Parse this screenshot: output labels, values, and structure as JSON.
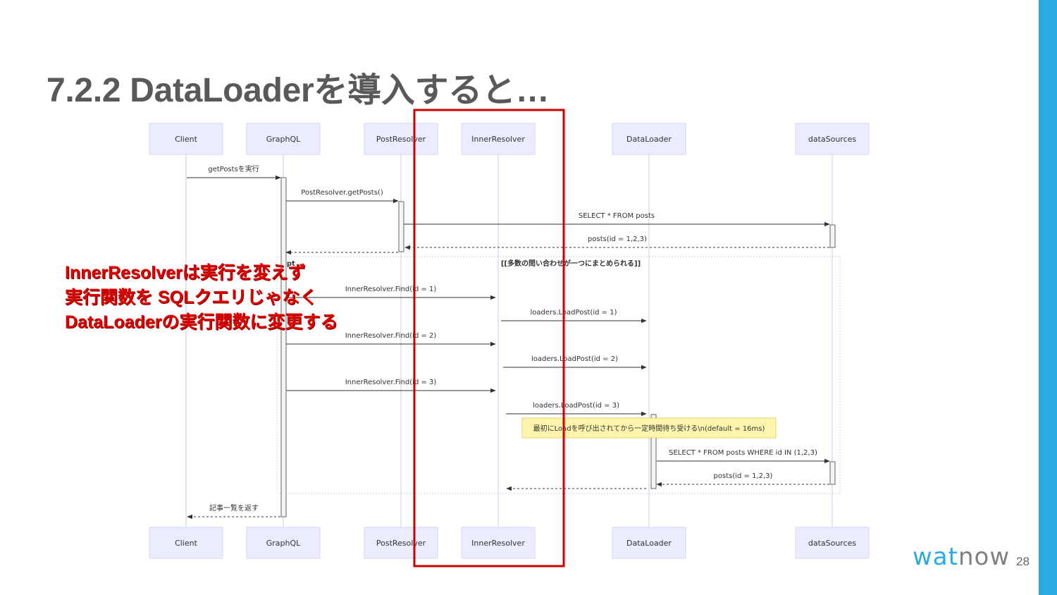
{
  "slide": {
    "title": "7.2.2 DataLoaderを導入すると…",
    "annotation_lines": [
      "InnerResolverは実行を変えず",
      "実行関数を SQLクエリじゃなく",
      "DataLoaderの実行関数に変更する"
    ],
    "logo": {
      "brand_accent": "wat",
      "brand_rest": "now"
    },
    "page_number": "28",
    "colors": {
      "accent_blue": "#29abe2",
      "highlight_red": "#cc0000",
      "annotation_red": "#e00000",
      "title_gray": "#595959"
    }
  },
  "sequence": {
    "participants": [
      "Client",
      "GraphQL",
      "PostResolver",
      "InnerResolver",
      "DataLoader",
      "dataSources"
    ],
    "messages": [
      {
        "from": "Client",
        "to": "GraphQL",
        "label": "getPostsを実行",
        "style": "solid"
      },
      {
        "from": "GraphQL",
        "to": "PostResolver",
        "label": "PostResolver.getPosts()",
        "style": "solid"
      },
      {
        "from": "PostResolver",
        "to": "dataSources",
        "label": "SELECT * FROM posts",
        "style": "solid"
      },
      {
        "from": "dataSources",
        "to": "PostResolver",
        "label": "posts(id = 1,2,3)",
        "style": "dashed"
      },
      {
        "from": "PostResolver",
        "to": "GraphQL",
        "label": "",
        "style": "dashed"
      },
      {
        "from": "GraphQL",
        "to": "InnerResolver",
        "label": "InnerResolver.Find(id = 1)",
        "style": "solid"
      },
      {
        "from": "InnerResolver",
        "to": "DataLoader",
        "label": "loaders.LoadPost(id = 1)",
        "style": "solid"
      },
      {
        "from": "GraphQL",
        "to": "InnerResolver",
        "label": "InnerResolver.Find(id = 2)",
        "style": "solid"
      },
      {
        "from": "InnerResolver",
        "to": "DataLoader",
        "label": "loaders.LoadPost(id = 2)",
        "style": "solid"
      },
      {
        "from": "GraphQL",
        "to": "InnerResolver",
        "label": "InnerResolver.Find(id = 3)",
        "style": "solid"
      },
      {
        "from": "InnerResolver",
        "to": "DataLoader",
        "label": "loaders.LoadPost(id = 3)",
        "style": "solid"
      },
      {
        "from": "DataLoader",
        "to": "dataSources",
        "label": "SELECT * FROM posts WHERE id IN (1,2,3)",
        "style": "solid"
      },
      {
        "from": "dataSources",
        "to": "DataLoader",
        "label": "posts(id = 1,2,3)",
        "style": "dashed"
      },
      {
        "from": "DataLoader",
        "to": "InnerResolver",
        "label": "",
        "style": "dashed"
      },
      {
        "from": "GraphQL",
        "to": "Client",
        "label": "記事一覧を返す",
        "style": "dashed"
      }
    ],
    "loop": {
      "keyword": "opt",
      "label": "[[多数の問い合わせが一つにまとめられる]]"
    },
    "note": {
      "text": "最初にLoadを呼び出されてから一定時間待ち受ける\\n(default = 16ms)"
    },
    "highlighted_participant": "InnerResolver"
  }
}
